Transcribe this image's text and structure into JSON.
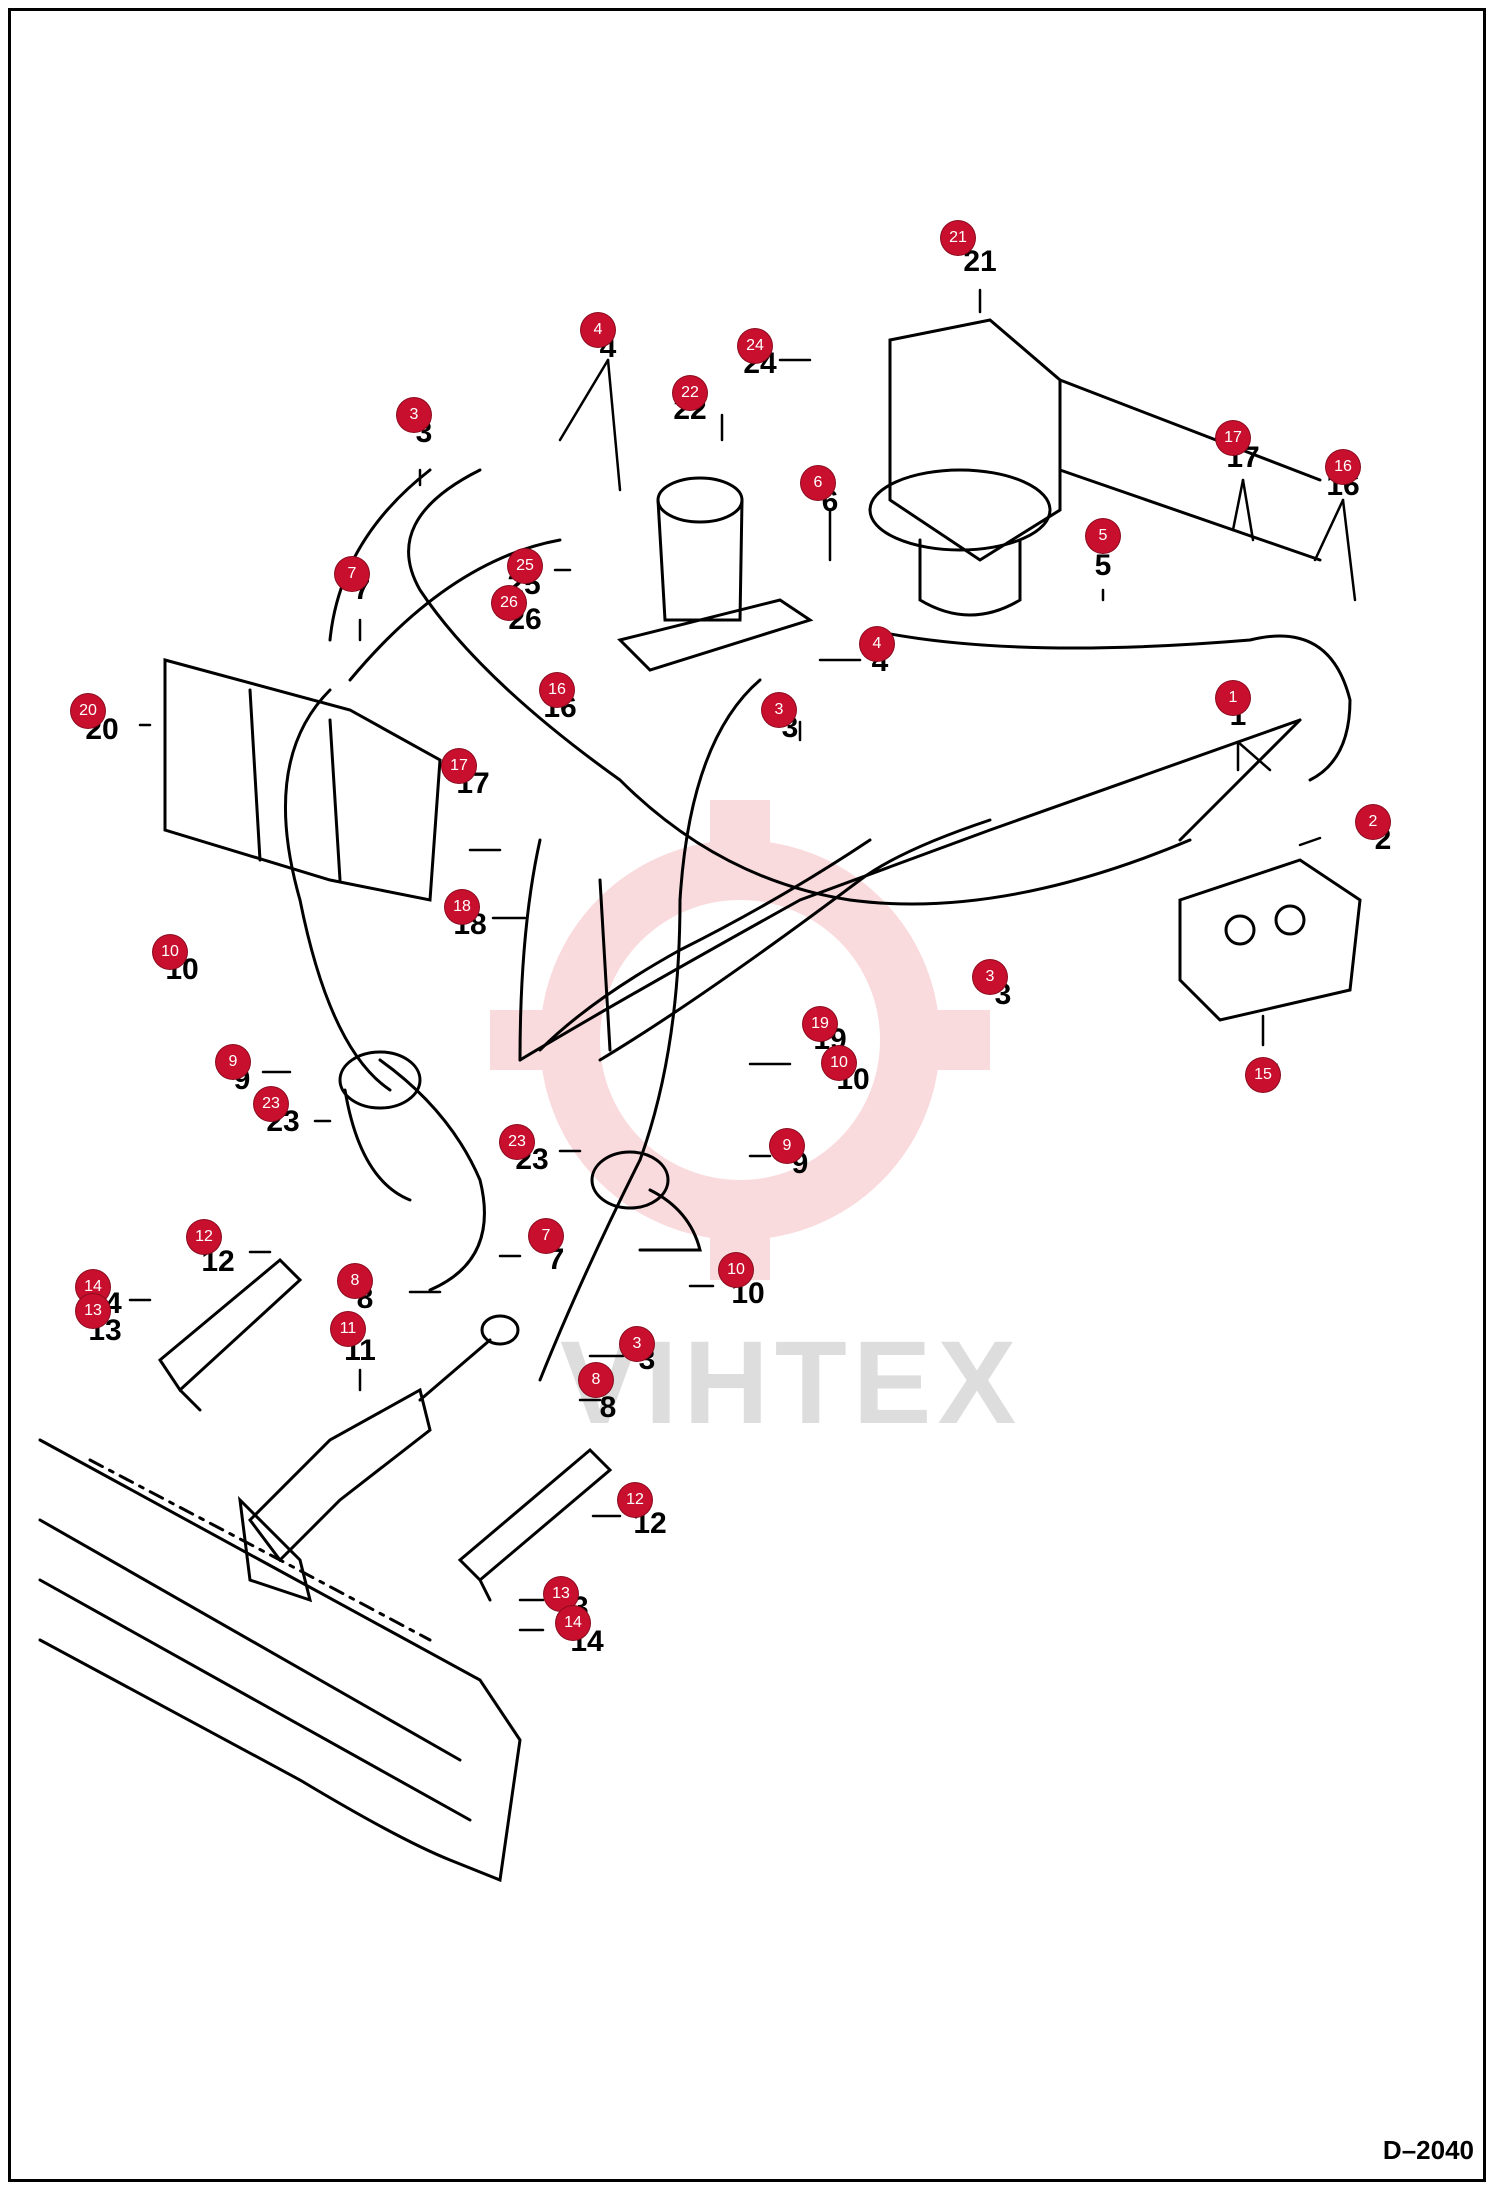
{
  "diagram_code": "D–2040",
  "watermark_text": "VIHTEX",
  "colors": {
    "badge": "#c8102e",
    "line": "#000000",
    "watermark": "#e8404a"
  },
  "callouts": [
    {
      "number": "21"
    },
    {
      "number": "24"
    },
    {
      "number": "4"
    },
    {
      "number": "22"
    },
    {
      "number": "3"
    },
    {
      "number": "6"
    },
    {
      "number": "17"
    },
    {
      "number": "16"
    },
    {
      "number": "7"
    },
    {
      "number": "25"
    },
    {
      "number": "26"
    },
    {
      "number": "5"
    },
    {
      "number": "4"
    },
    {
      "number": "20"
    },
    {
      "number": "16"
    },
    {
      "number": "3"
    },
    {
      "number": "1"
    },
    {
      "number": "17"
    },
    {
      "number": "2"
    },
    {
      "number": "18"
    },
    {
      "number": "3"
    },
    {
      "number": "15"
    },
    {
      "number": "10"
    },
    {
      "number": "19"
    },
    {
      "number": "10"
    },
    {
      "number": "9"
    },
    {
      "number": "23"
    },
    {
      "number": "23"
    },
    {
      "number": "9"
    },
    {
      "number": "12"
    },
    {
      "number": "7"
    },
    {
      "number": "10"
    },
    {
      "number": "14"
    },
    {
      "number": "13"
    },
    {
      "number": "8"
    },
    {
      "number": "11"
    },
    {
      "number": "3"
    },
    {
      "number": "8"
    },
    {
      "number": "12"
    },
    {
      "number": "13"
    },
    {
      "number": "14"
    }
  ]
}
